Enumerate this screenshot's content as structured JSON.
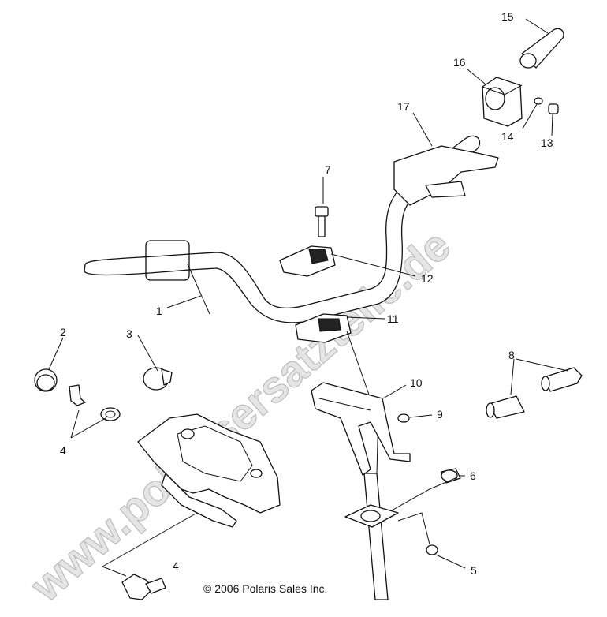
{
  "watermark": "www.polarisersatzteile.de",
  "copyright": "© 2006 Polaris Sales Inc.",
  "callouts": {
    "c1": "1",
    "c2": "2",
    "c3": "3",
    "c4a": "4",
    "c4b": "4",
    "c5": "5",
    "c6": "6",
    "c7": "7",
    "c8": "8",
    "c9": "9",
    "c10": "10",
    "c11": "11",
    "c12": "12",
    "c13": "13",
    "c14": "14",
    "c15": "15",
    "c16": "16",
    "c17": "17"
  }
}
